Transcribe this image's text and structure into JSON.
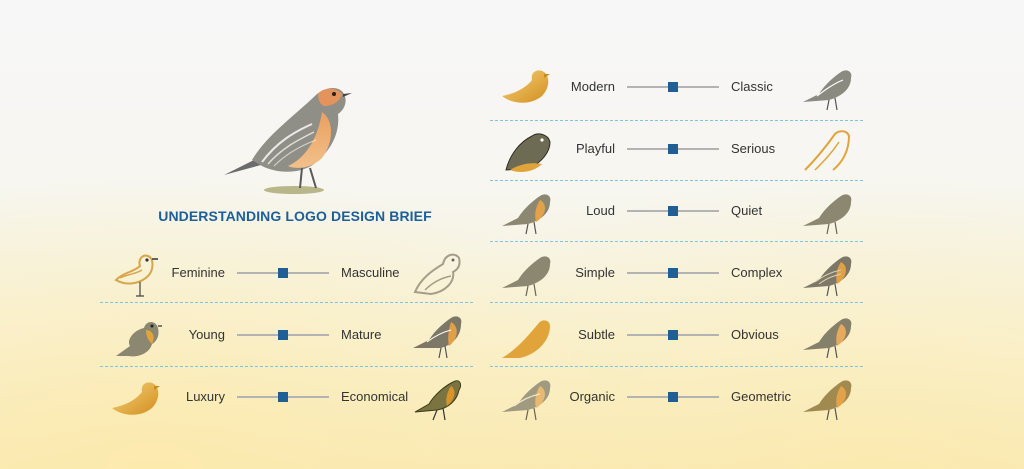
{
  "title": "UNDERSTANDING LOGO DESIGN BRIEF",
  "hero_icon": "robin-illustration-icon",
  "colors": {
    "accent": "#1c5f9c",
    "slider_knob": "#1f5f95",
    "divider": "#7fc4e2",
    "gold": "#e0a43a",
    "bird_gray": "#8c8770"
  },
  "left_rows": [
    {
      "left_label": "Feminine",
      "right_label": "Masculine",
      "left_icon": "outline-bird-feminine-icon",
      "right_icon": "outline-bird-masculine-icon",
      "slider_value": 0.5
    },
    {
      "left_label": "Young",
      "right_label": "Mature",
      "left_icon": "young-bird-icon",
      "right_icon": "mature-bird-icon",
      "slider_value": 0.5
    },
    {
      "left_label": "Luxury",
      "right_label": "Economical",
      "left_icon": "gold-bird-luxury-icon",
      "right_icon": "bird-economical-icon",
      "slider_value": 0.5
    }
  ],
  "right_rows": [
    {
      "left_label": "Modern",
      "right_label": "Classic",
      "left_icon": "gold-bird-modern-icon",
      "right_icon": "bird-classic-icon",
      "slider_value": 0.5
    },
    {
      "left_label": "Playful",
      "right_label": "Serious",
      "left_icon": "bird-playful-icon",
      "right_icon": "line-bird-serious-icon",
      "slider_value": 0.5
    },
    {
      "left_label": "Loud",
      "right_label": "Quiet",
      "left_icon": "bird-loud-icon",
      "right_icon": "bird-quiet-icon",
      "slider_value": 0.5
    },
    {
      "left_label": "Simple",
      "right_label": "Complex",
      "left_icon": "bird-simple-icon",
      "right_icon": "bird-complex-icon",
      "slider_value": 0.5
    },
    {
      "left_label": "Subtle",
      "right_label": "Obvious",
      "left_icon": "bird-subtle-icon",
      "right_icon": "bird-obvious-icon",
      "slider_value": 0.5
    },
    {
      "left_label": "Organic",
      "right_label": "Geometric",
      "left_icon": "bird-organic-icon",
      "right_icon": "bird-geometric-icon",
      "slider_value": 0.5
    }
  ]
}
